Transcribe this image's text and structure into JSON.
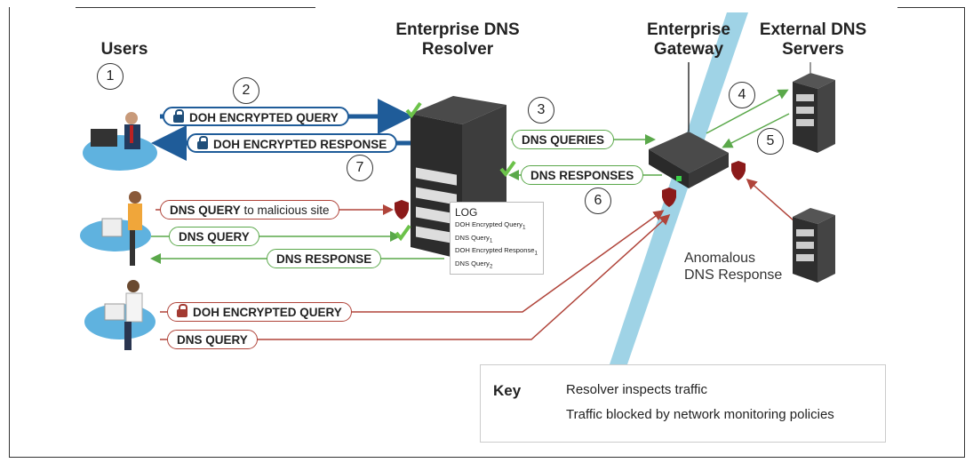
{
  "titles": {
    "users": "Users",
    "resolver_l1": "Enterprise DNS",
    "resolver_l2": "Resolver",
    "gateway_l1": "Enterprise",
    "gateway_l2": "Gateway",
    "external_l1": "External DNS",
    "external_l2": "Servers"
  },
  "steps": [
    "1",
    "2",
    "3",
    "4",
    "5",
    "6",
    "7"
  ],
  "pills": {
    "doh_query": "DOH ENCRYPTED QUERY",
    "doh_response": "DOH ENCRYPTED RESPONSE",
    "dns_queries": "DNS QUERIES",
    "dns_responses": "DNS RESPONSES",
    "malicious_bold": "DNS QUERY",
    "malicious_rest": " to malicious site",
    "dns_query": "DNS QUERY",
    "dns_response": "DNS RESPONSE",
    "doh_query_blocked": "DOH ENCRYPTED QUERY",
    "dns_query_blocked": "DNS QUERY"
  },
  "log": {
    "title": "LOG",
    "entries": [
      {
        "text": "DOH Encrypted Query",
        "sub": "1"
      },
      {
        "text": "DNS Query",
        "sub": "1"
      },
      {
        "text": "DOH Encrypted Response",
        "sub": "1"
      },
      {
        "text": "DNS Query",
        "sub": "2"
      }
    ]
  },
  "anomalous": {
    "l1": "Anomalous",
    "l2": "DNS Response"
  },
  "key": {
    "label": "Key",
    "inspect": "Resolver inspects traffic",
    "blocked": "Traffic blocked by network monitoring policies"
  },
  "colors": {
    "blue_arrow": "#1f5c99",
    "green": "#5aa84a",
    "red": "#b0443a",
    "firewall": "#9fd3e6",
    "shield": "#8b1a1a"
  }
}
